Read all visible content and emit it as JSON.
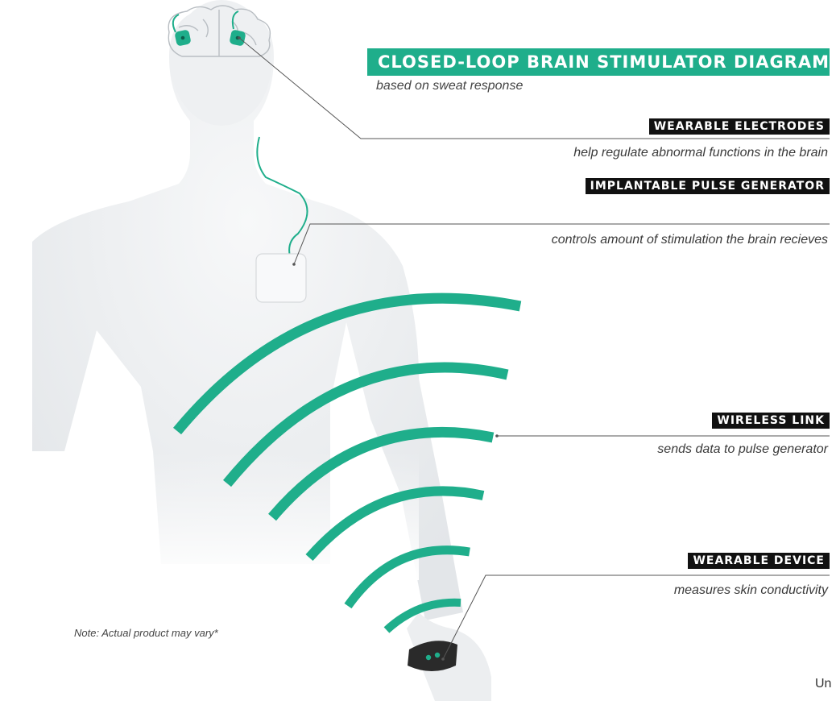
{
  "title": "CLOSED-LOOP BRAIN STIMULATOR DIAGRAM",
  "subtitle": "based on sweat response",
  "callouts": [
    {
      "label": "WEARABLE ELECTRODES",
      "description": "help regulate abnormal functions in the brain"
    },
    {
      "label": "IMPLANTABLE PULSE GENERATOR",
      "description": "controls amount of stimulation the brain recieves"
    },
    {
      "label": "WIRELESS LINK",
      "description": "sends data to pulse generator"
    },
    {
      "label": "WEARABLE DEVICE",
      "description": "measures skin conductivity"
    }
  ],
  "note": "Note: Actual product may vary*",
  "corner_text": "Un",
  "colors": {
    "accent": "#1fae8b",
    "label_background": "#111111",
    "body": "#eceef0",
    "device": "#2a2a2a"
  }
}
